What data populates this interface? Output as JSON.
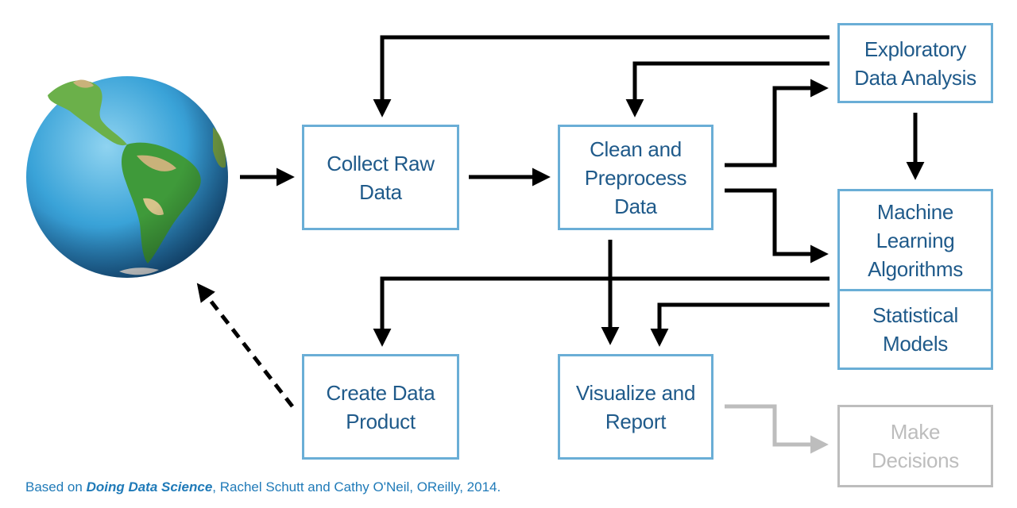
{
  "boxes": {
    "collect": [
      "Collect Raw",
      "Data"
    ],
    "clean": [
      "Clean and",
      "Preprocess",
      "Data"
    ],
    "eda": [
      "Exploratory",
      "Data Analysis"
    ],
    "ml": [
      "Machine",
      "Learning",
      "Algorithms"
    ],
    "stats": [
      "Statistical",
      "Models"
    ],
    "product": [
      "Create Data",
      "Product"
    ],
    "visualize": [
      "Visualize and",
      "Report"
    ],
    "decide": [
      "Make",
      "Decisions"
    ]
  },
  "caption": {
    "prefix": "Based on ",
    "book": "Doing Data Science",
    "suffix": ", Rachel Schutt and Cathy O'Neil, OReilly, 2014."
  },
  "colors": {
    "box_border": "#6aaed6",
    "box_text": "#1f5a8a",
    "muted": "#bdbdbd",
    "arrow": "#000000",
    "caption": "#1f7ab8"
  },
  "icons": {
    "globe": "earth-globe-americas"
  }
}
